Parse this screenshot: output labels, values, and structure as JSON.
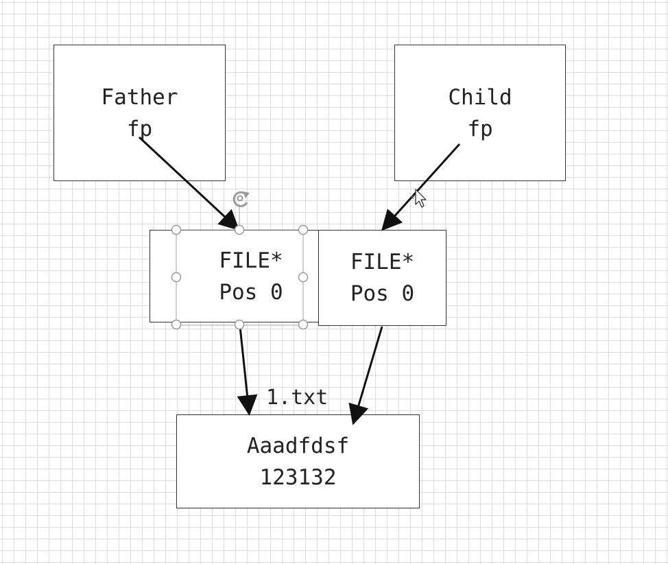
{
  "nodes": {
    "father": {
      "line1": "Father",
      "line2": "fp"
    },
    "child": {
      "line1": "Child",
      "line2": "fp"
    },
    "file_father": {
      "line1": "FILE*",
      "line2": "Pos 0"
    },
    "file_child": {
      "line1": "FILE*",
      "line2": "Pos 0"
    },
    "file_content": {
      "line1": "Aaadfdsf",
      "line2": "123132"
    }
  },
  "labels": {
    "file_name": "1.txt"
  },
  "colors": {
    "grid": "#dcdcdc",
    "arrow": "#111111",
    "selection": "#a0a0a0"
  }
}
